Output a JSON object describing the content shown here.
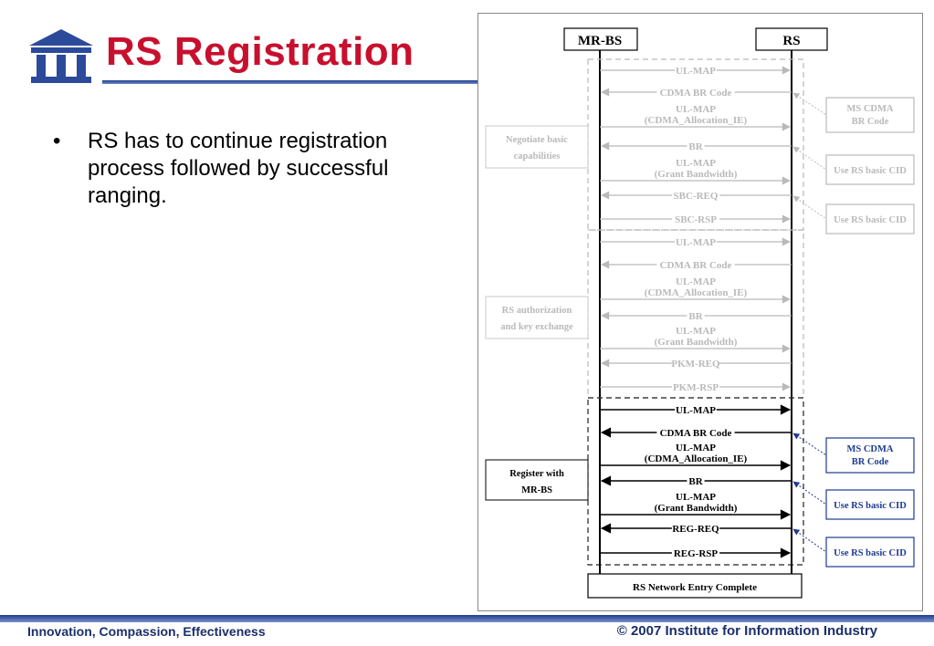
{
  "header": {
    "title": "RS Registration",
    "logo_icon": "columned-building-icon"
  },
  "content": {
    "bullet_symbol": "•",
    "bullets": [
      "RS has to continue registration process followed by successful ranging."
    ]
  },
  "diagram": {
    "actors": {
      "left": "MR-BS",
      "right": "RS"
    },
    "phases": [
      {
        "label_lines": [
          "Negotiate basic",
          "capabilities"
        ],
        "active": false,
        "messages": [
          {
            "text": [
              "UL-MAP"
            ],
            "dir": "right"
          },
          {
            "text": [
              "CDMA BR Code"
            ],
            "dir": "left"
          },
          {
            "text": [
              "UL-MAP",
              "(CDMA_Allocation_IE)"
            ],
            "dir": "right"
          },
          {
            "text": [
              "BR"
            ],
            "dir": "left"
          },
          {
            "text": [
              "UL-MAP",
              "(Grant Bandwidth)"
            ],
            "dir": "right"
          },
          {
            "text": [
              "SBC-REQ"
            ],
            "dir": "left"
          },
          {
            "text": [
              "SBC-RSP"
            ],
            "dir": "right"
          }
        ],
        "notes": [
          {
            "lines": [
              "MS CDMA",
              "BR Code"
            ],
            "msg": 1
          },
          {
            "lines": [
              "Use RS basic CID"
            ],
            "msg": 3
          },
          {
            "lines": [
              "Use RS basic CID"
            ],
            "msg": 5
          }
        ]
      },
      {
        "label_lines": [
          "RS authorization",
          "and key exchange"
        ],
        "active": false,
        "messages": [
          {
            "text": [
              "UL-MAP"
            ],
            "dir": "right"
          },
          {
            "text": [
              "CDMA BR Code"
            ],
            "dir": "left"
          },
          {
            "text": [
              "UL-MAP",
              "(CDMA_Allocation_IE)"
            ],
            "dir": "right"
          },
          {
            "text": [
              "BR"
            ],
            "dir": "left"
          },
          {
            "text": [
              "UL-MAP",
              "(Grant Bandwidth)"
            ],
            "dir": "right"
          },
          {
            "text": [
              "PKM-REQ"
            ],
            "dir": "left"
          },
          {
            "text": [
              "PKM-RSP"
            ],
            "dir": "right"
          }
        ],
        "notes": []
      },
      {
        "label_lines": [
          "Register with",
          "MR-BS"
        ],
        "active": true,
        "messages": [
          {
            "text": [
              "UL-MAP"
            ],
            "dir": "right"
          },
          {
            "text": [
              "CDMA BR Code"
            ],
            "dir": "left"
          },
          {
            "text": [
              "UL-MAP",
              "(CDMA_Allocation_IE)"
            ],
            "dir": "right"
          },
          {
            "text": [
              "BR"
            ],
            "dir": "left"
          },
          {
            "text": [
              "UL-MAP",
              "(Grant Bandwidth)"
            ],
            "dir": "right"
          },
          {
            "text": [
              "REG-REQ"
            ],
            "dir": "left"
          },
          {
            "text": [
              "REG-RSP"
            ],
            "dir": "right"
          }
        ],
        "notes": [
          {
            "lines": [
              "MS CDMA",
              "BR Code"
            ],
            "msg": 1
          },
          {
            "lines": [
              "Use RS basic CID"
            ],
            "msg": 3
          },
          {
            "lines": [
              "Use RS basic CID"
            ],
            "msg": 5
          }
        ]
      }
    ],
    "final_box": "RS Network Entry Complete",
    "colors": {
      "inactive": "#b9b9b9",
      "active": "#000000",
      "note_active": "#1f3a93"
    }
  },
  "footer": {
    "left": "Innovation, Compassion, Effectiveness",
    "right": "© 2007 Institute for Information Industry"
  }
}
